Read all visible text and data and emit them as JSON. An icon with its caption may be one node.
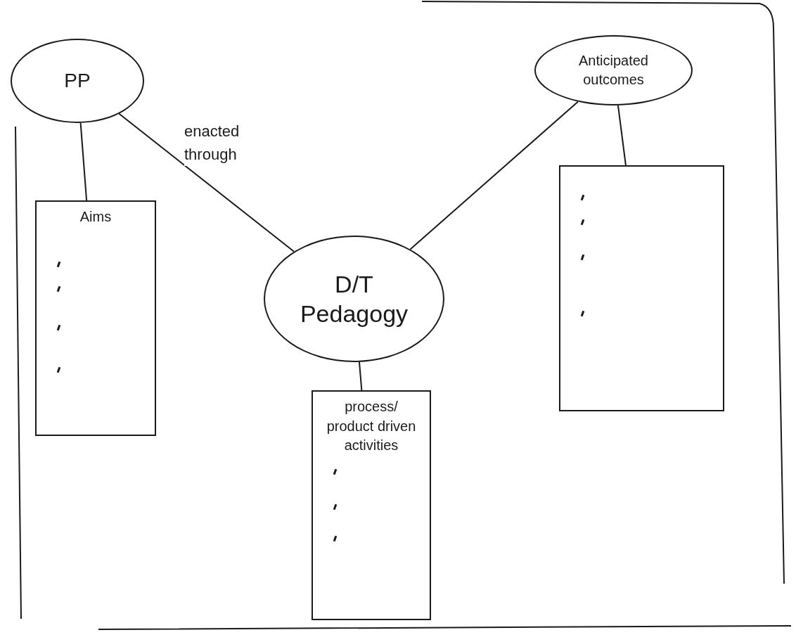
{
  "diagram": {
    "nodes": [
      {
        "text": [
          "PP"
        ]
      },
      {
        "text": [
          "Aims"
        ]
      },
      {
        "text": [
          "D/T Pedagogy"
        ]
      },
      {
        "text": [
          "Anticipated outcomes"
        ]
      },
      {
        "text": [],
        "shape": "box"
      },
      {
        "text": [
          "process/ product driven activities"
        ]
      }
    ],
    "edges": [
      {
        "from": 0,
        "to": 1,
        "arrow": "none"
      },
      {
        "from": 0,
        "to": 2,
        "arrow": "none",
        "label": "enacted through"
      },
      {
        "from": 2,
        "to": 3,
        "arrow": "none"
      },
      {
        "from": 3,
        "to": 4,
        "arrow": "none"
      },
      {
        "from": 2,
        "to": 5,
        "arrow": "none"
      }
    ]
  }
}
